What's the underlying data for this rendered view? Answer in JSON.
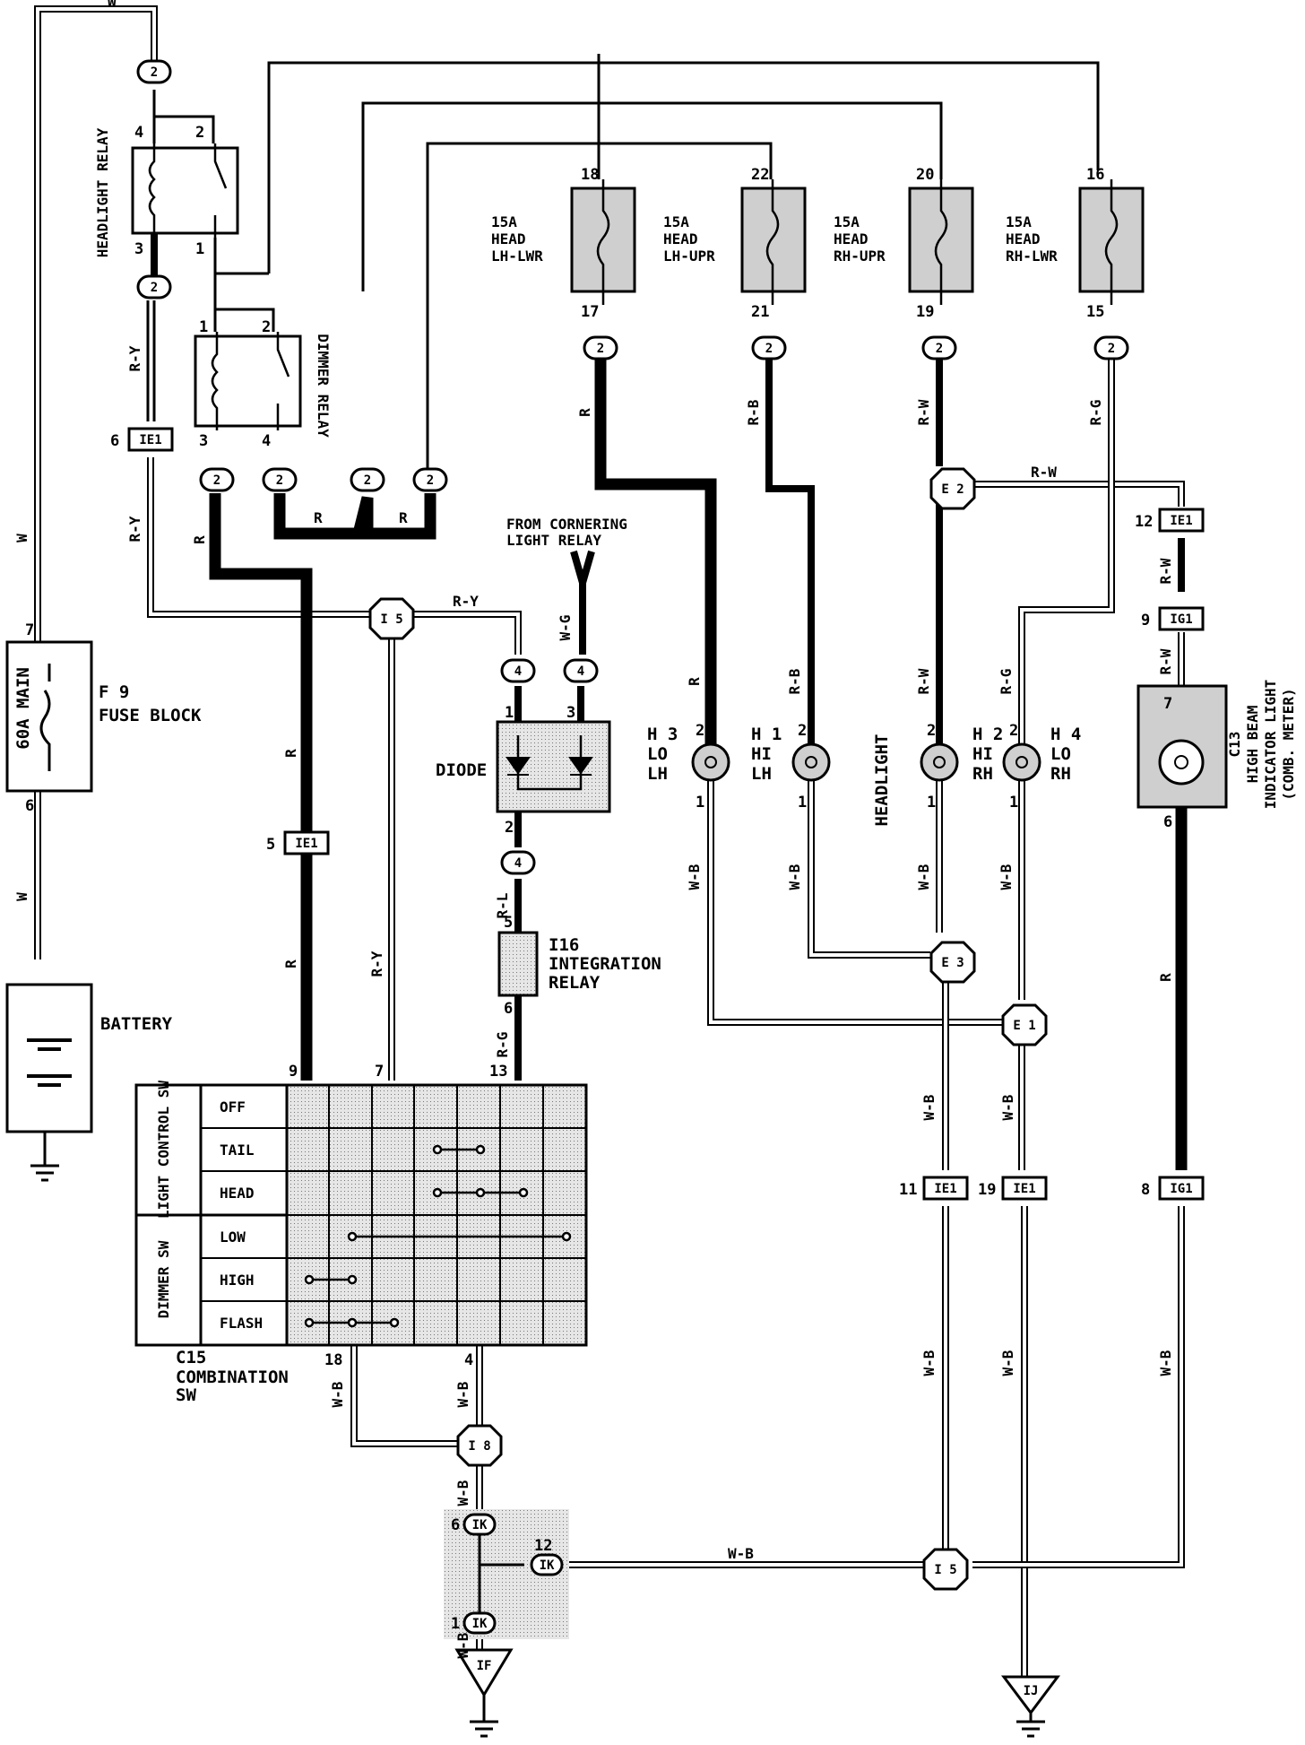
{
  "components": {
    "headlight_relay": {
      "label": "HEADLIGHT RELAY",
      "pins": [
        "4",
        "2",
        "3",
        "1"
      ]
    },
    "dimmer_relay": {
      "label": "DIMMER RELAY",
      "pins": [
        "1",
        "2",
        "3",
        "4"
      ]
    },
    "fuse_block": {
      "id": "F 9",
      "label": "FUSE BLOCK",
      "rating": "60A MAIN",
      "pins": [
        "7",
        "6"
      ]
    },
    "battery": {
      "label": "BATTERY"
    },
    "fuses": [
      {
        "rating": "15A",
        "name": "HEAD",
        "side": "LH-LWR",
        "pin_in": "18",
        "pin_out": "17"
      },
      {
        "rating": "15A",
        "name": "HEAD",
        "side": "LH-UPR",
        "pin_in": "22",
        "pin_out": "21"
      },
      {
        "rating": "15A",
        "name": "HEAD",
        "side": "RH-UPR",
        "pin_in": "20",
        "pin_out": "19"
      },
      {
        "rating": "15A",
        "name": "HEAD",
        "side": "RH-LWR",
        "pin_in": "16",
        "pin_out": "15"
      }
    ],
    "headlight_label": "HEADLIGHT",
    "lamps": [
      {
        "id": "H 3",
        "mode": "LO",
        "side": "LH",
        "pin_top": "2",
        "pin_bottom": "1"
      },
      {
        "id": "H 1",
        "mode": "HI",
        "side": "LH",
        "pin_top": "2",
        "pin_bottom": "1"
      },
      {
        "id": "H 2",
        "mode": "HI",
        "side": "RH",
        "pin_top": "2",
        "pin_bottom": "1"
      },
      {
        "id": "H 4",
        "mode": "LO",
        "side": "RH",
        "pin_top": "2",
        "pin_bottom": "1"
      }
    ],
    "high_beam": {
      "id": "C13",
      "label1": "HIGH BEAM",
      "label2": "INDICATOR LIGHT",
      "label3": "(COMB. METER)",
      "pin_top": "7",
      "pin_bottom": "6"
    },
    "diode": {
      "label": "DIODE",
      "pins": [
        "1",
        "3",
        "2"
      ]
    },
    "integration_relay": {
      "id": "I16",
      "label1": "INTEGRATION",
      "label2": "RELAY",
      "pins": [
        "5",
        "6"
      ]
    },
    "cornering": {
      "label1": "FROM CORNERING",
      "label2": "LIGHT RELAY"
    },
    "combination_sw": {
      "id": "C15",
      "label1": "COMBINATION",
      "label2": "SW",
      "pins_top": [
        "9",
        "7",
        "13"
      ],
      "pins_bottom": [
        "18",
        "4"
      ],
      "group1": "LIGHT CONTROL SW",
      "group2": "DIMMER SW",
      "rows": [
        "OFF",
        "TAIL",
        "HEAD",
        "LOW",
        "HIGH",
        "FLASH"
      ]
    }
  },
  "connectors": {
    "c2": "2",
    "c4": "4",
    "ie1": "IE1",
    "ig1": "IG1",
    "ik": "IK",
    "ie1_pins": [
      "6",
      "5",
      "12",
      "11",
      "19"
    ],
    "ig1_pins": [
      "9",
      "8"
    ],
    "ik_pins": [
      "6",
      "12",
      "1"
    ]
  },
  "junctions": [
    "I 5",
    "E 2",
    "E 3",
    "E 1",
    "I 8",
    "I 5"
  ],
  "grounds": [
    "IF",
    "IJ"
  ],
  "wire_colors": {
    "w": "W",
    "ry": "R-Y",
    "r": "R",
    "rb": "R-B",
    "rw": "R-W",
    "rg": "R-G",
    "wg": "W-G",
    "rl": "R-L",
    "wb": "W-B"
  }
}
